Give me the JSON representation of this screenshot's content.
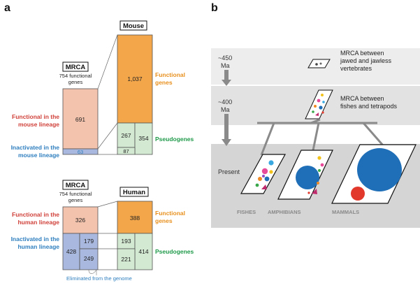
{
  "panel_a": {
    "letter": "a",
    "mouse_block": {
      "mrca_title": "MRCA",
      "mrca_subtitle_line1": "754 functional",
      "mrca_subtitle_line2": "genes",
      "species_title": "Mouse",
      "mrca_functional": "691",
      "mrca_inactivated": "63",
      "species_functional": "1,037",
      "species_pseudo_left": "267",
      "species_pseudo_right": "354",
      "species_pseudo_bottom": "87",
      "label_functional_line1": "Functional in the",
      "label_functional_line2": "mouse lineage",
      "label_inactivated_line1": "Inactivated in the",
      "label_inactivated_line2": "mouse lineage",
      "label_func_genes_line1": "Functional",
      "label_func_genes_line2": "genes",
      "label_pseudogenes": "Pseudogenes"
    },
    "human_block": {
      "mrca_title": "MRCA",
      "mrca_subtitle_line1": "754 functional",
      "mrca_subtitle_line2": "genes",
      "species_title": "Human",
      "mrca_functional": "326",
      "mrca_inactivated": "428",
      "mrca_inactivated_top": "179",
      "mrca_inactivated_bottom": "249",
      "species_functional": "388",
      "species_pseudo_left": "193",
      "species_pseudo_right": "414",
      "species_pseudo_bottom": "221",
      "label_functional_line1": "Functional in the",
      "label_functional_line2": "human lineage",
      "label_inactivated_line1": "Inactivated in the",
      "label_inactivated_line2": "human lineage",
      "label_func_genes_line1": "Functional",
      "label_func_genes_line2": "genes",
      "label_pseudogenes": "Pseudogenes",
      "eliminated": "Eliminated from the genome"
    }
  },
  "panel_b": {
    "letter": "b",
    "era1_line1": "~450",
    "era1_line2": "Ma",
    "era1_desc_line1": "MRCA between",
    "era1_desc_line2": "jawed and jawless",
    "era1_desc_line3": "vertebrates",
    "era2_line1": "~400",
    "era2_line2": "Ma",
    "era2_desc_line1": "MRCA between",
    "era2_desc_line2": "fishes and tetrapods",
    "present": "Present",
    "fishes": "FISHES",
    "amphibians": "AMPHIBIANS",
    "mammals": "MAMMALS"
  },
  "colors": {
    "functional_fill": "#f4c3ad",
    "inactivated_fill": "#a9b8de",
    "species_functional_fill": "#f3a64a",
    "pseudogene_fill": "#d3e9d2",
    "band1": "#ededed",
    "band2": "#e3e3e3",
    "band3": "#d6d6d6",
    "blue_blob": "#1f6fb8",
    "red_blob": "#e2382c"
  }
}
